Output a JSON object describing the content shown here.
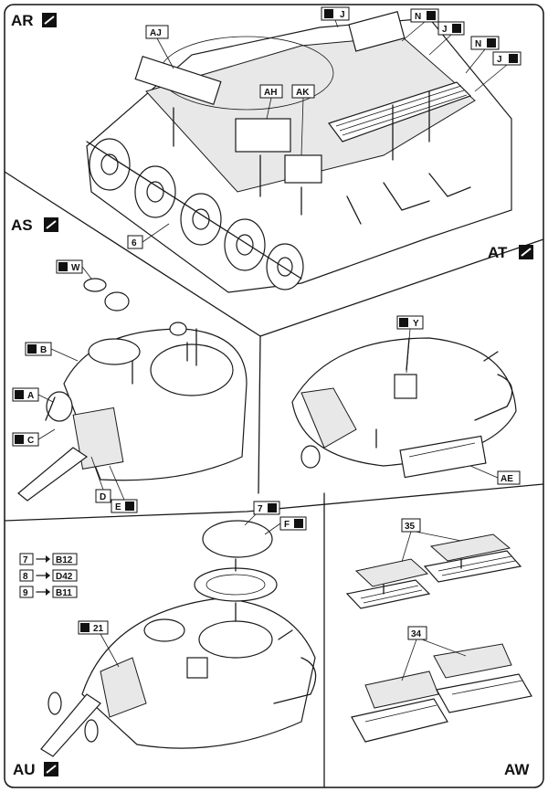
{
  "sections": {
    "AR": {
      "title": "AR"
    },
    "AS": {
      "title": "AS"
    },
    "AT": {
      "title": "AT"
    },
    "AU": {
      "title": "AU"
    },
    "AW": {
      "title": "AW"
    }
  },
  "callouts": {
    "ar": [
      "J",
      "N",
      "J",
      "N",
      "J",
      "AJ",
      "AH",
      "AK",
      "6"
    ],
    "as": [
      "W",
      "B",
      "A",
      "C",
      "D",
      "E"
    ],
    "at": [
      "Y",
      "AE"
    ],
    "au": [
      "7",
      "F",
      "21"
    ],
    "aw": [
      "35",
      "34"
    ]
  },
  "substitution_table": [
    {
      "from": "7",
      "to": "B12"
    },
    {
      "from": "8",
      "to": "D42"
    },
    {
      "from": "9",
      "to": "B11"
    }
  ],
  "colors": {
    "ink": "#1a1a1a",
    "paper": "#ffffff",
    "shade": "#e8e8e8"
  }
}
